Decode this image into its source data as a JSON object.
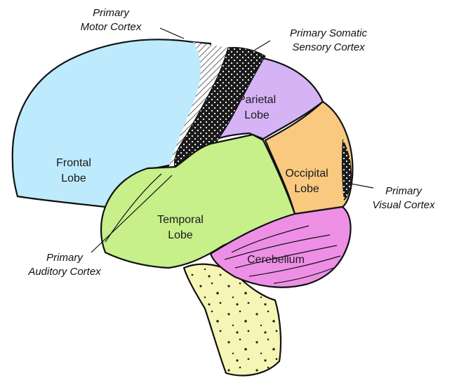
{
  "regions": {
    "frontal": {
      "line1": "Frontal",
      "line2": "Lobe",
      "color": "#bdeafc"
    },
    "parietal": {
      "line1": "Parietal",
      "line2": "Lobe",
      "color": "#d6b3f5"
    },
    "occipital": {
      "line1": "Occipital",
      "line2": "Lobe",
      "color": "#f8c97f"
    },
    "temporal": {
      "line1": "Temporal",
      "line2": "Lobe",
      "color": "#c7ef8a"
    },
    "cerebellum": {
      "line1": "Cerebellum",
      "color": "#ee8fe6"
    },
    "brainstem": {
      "color": "#f7f5b6"
    }
  },
  "callouts": {
    "motor": {
      "line1": "Primary",
      "line2": "Motor Cortex"
    },
    "somatic": {
      "line1": "Primary Somatic",
      "line2": "Sensory Cortex"
    },
    "visual": {
      "line1": "Primary",
      "line2": "Visual Cortex"
    },
    "auditory": {
      "line1": "Primary",
      "line2": "Auditory Cortex"
    }
  }
}
